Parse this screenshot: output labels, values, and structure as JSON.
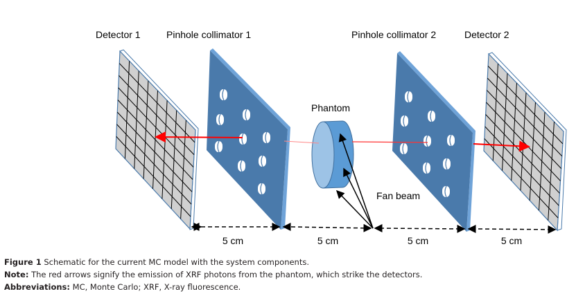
{
  "labels": {
    "detector1": "Detector 1",
    "collimator1": "Pinhole collimator 1",
    "collimator2": "Pinhole collimator 2",
    "detector2": "Detector 2",
    "phantom": "Phantom",
    "fan_beam": "Fan beam"
  },
  "distances": [
    "5 cm",
    "5 cm",
    "5 cm",
    "5 cm"
  ],
  "caption": {
    "figure_label": "Figure 1",
    "figure_text": " Schematic for the current MC model with the system components.",
    "note_label": "Note:",
    "note_text": " The red arrows signify the emission of XRF photons from the phantom, which strike the detectors.",
    "abbrev_label": "Abbreviations:",
    "abbrev_text": " MC, Monte Carlo; XRF, X-ray fluorescence."
  },
  "colors": {
    "collimator": "#4a7aab",
    "collimator_edge": "#6fa3d8",
    "detector": "#d0d0d0",
    "phantom_front": "#9dc3e6",
    "phantom_side": "#5b9bd5",
    "xrf_arrow": "#ff0000"
  }
}
